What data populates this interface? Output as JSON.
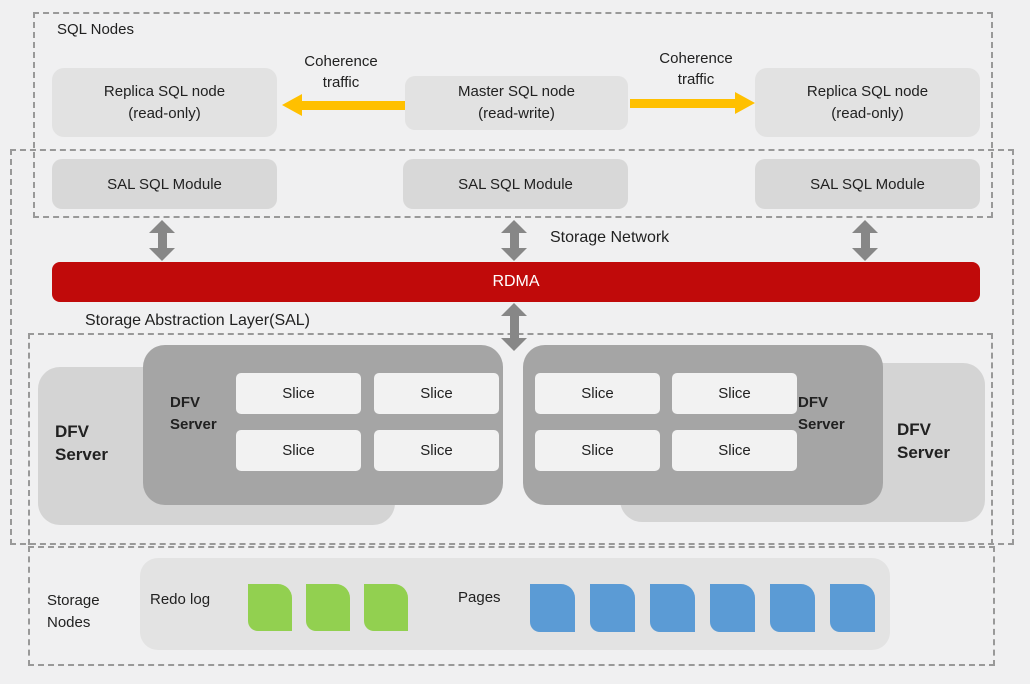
{
  "colors": {
    "background": "#f0f0f1",
    "dashed_border": "#999999",
    "node_box": "#e2e2e2",
    "sal_module_box": "#d8d8d8",
    "rdma_red": "#c00a0a",
    "rdma_text": "#ffffff",
    "arrow_yellow": "#ffc000",
    "arrow_gray": "#878787",
    "dfv_dark_gray": "#a5a5a5",
    "dfv_light_gray": "#d4d4d4",
    "slice_box": "#f2f2f2",
    "storage_container": "#e3e3e3",
    "redo_green": "#92d050",
    "pages_blue": "#5b9bd5",
    "text": "#212121"
  },
  "sql_nodes": {
    "title": "SQL Nodes",
    "replica_left_line1": "Replica SQL node",
    "replica_left_line2": "(read-only)",
    "master_line1": "Master SQL node",
    "master_line2": "(read-write)",
    "replica_right_line1": "Replica SQL node",
    "replica_right_line2": "(read-only)",
    "coherence_left_line1": "Coherence",
    "coherence_left_line2": "traffic",
    "coherence_right_line1": "Coherence",
    "coherence_right_line2": "traffic"
  },
  "sal_layer": {
    "module1": "SAL SQL Module",
    "module2": "SAL SQL Module",
    "module3": "SAL SQL Module",
    "storage_network": "Storage Network",
    "rdma": "RDMA",
    "sal_label": "Storage Abstraction Layer(SAL)"
  },
  "dfv_layer": {
    "outer_left_line1": "DFV",
    "outer_left_line2": "Server",
    "inner_left_line1": "DFV",
    "inner_left_line2": "Server",
    "inner_right_line1": "DFV",
    "inner_right_line2": "Server",
    "outer_right_line1": "DFV",
    "outer_right_line2": "Server",
    "slice": "Slice"
  },
  "storage_nodes": {
    "title_line1": "Storage",
    "title_line2": "Nodes",
    "redo_log": "Redo log",
    "pages": "Pages",
    "redo_count": 3,
    "page_count": 6
  }
}
